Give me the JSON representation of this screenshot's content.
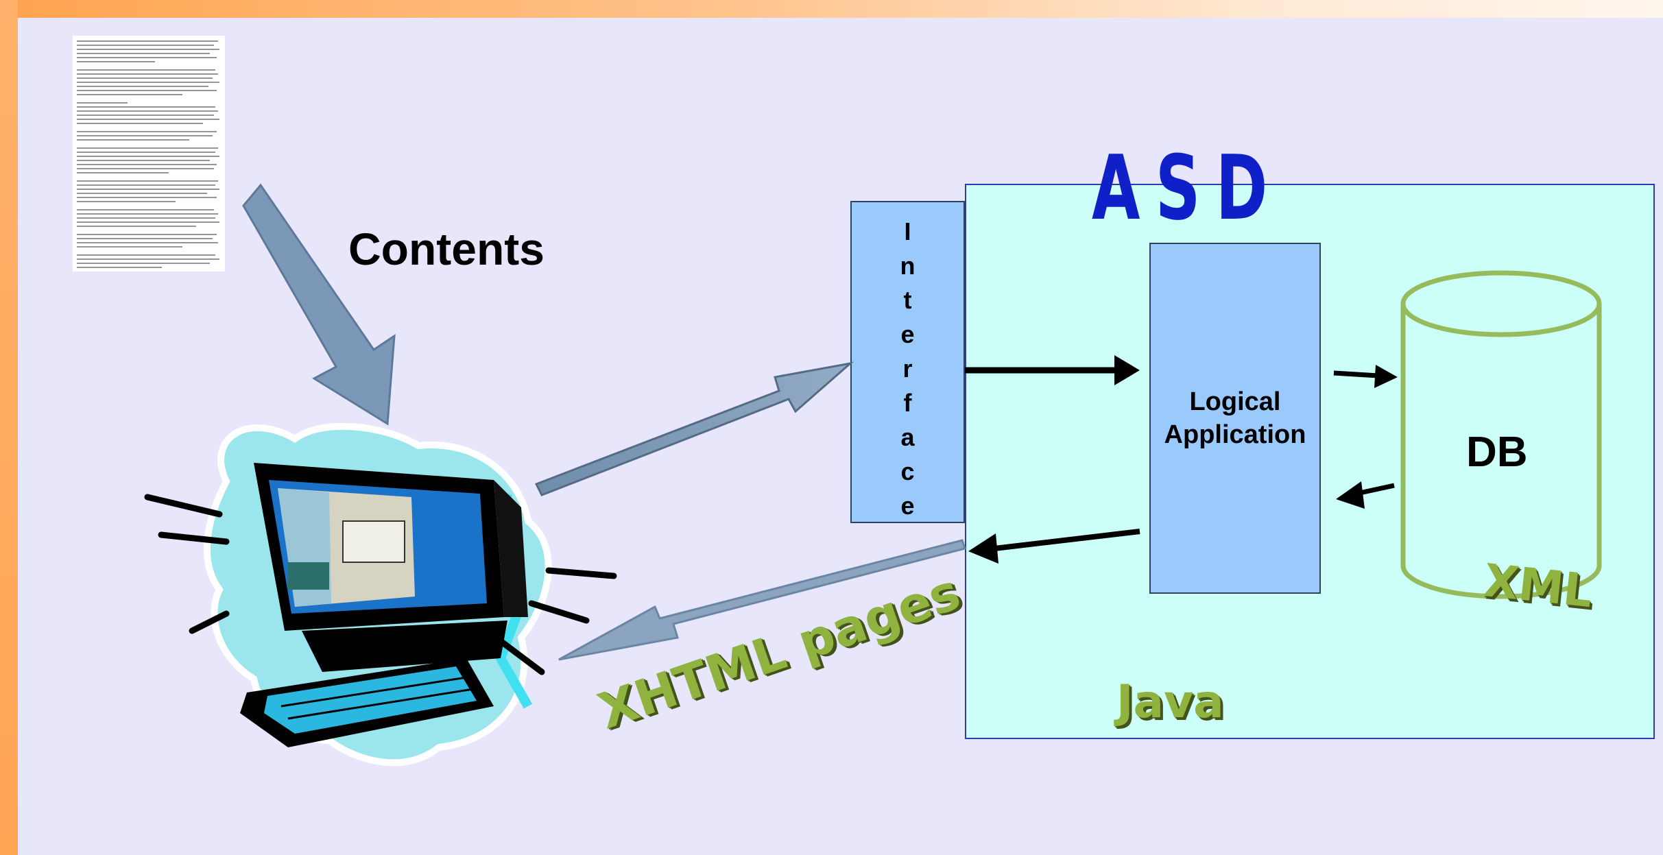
{
  "labels": {
    "contents": "Contents",
    "asd": "ASD",
    "interface_letters": [
      "I",
      "n",
      "t",
      "e",
      "r",
      "f",
      "a",
      "c",
      "e"
    ],
    "logical_line1": "Logical",
    "logical_line2": "Application",
    "db": "DB",
    "xml": "XML",
    "java": "Java",
    "xhtml_pages": "XHTML pages"
  },
  "icons": {
    "document": "scanned-document-icon",
    "computer": "computer-monitor-clipart-icon"
  },
  "colors": {
    "background": "#e8e6fb",
    "asd_fill": "#ccfff8",
    "box_fill": "#9ac9fb",
    "asd_title": "#1020c8",
    "db_outline": "#95bb5c",
    "label_green": "#8fb33e"
  }
}
